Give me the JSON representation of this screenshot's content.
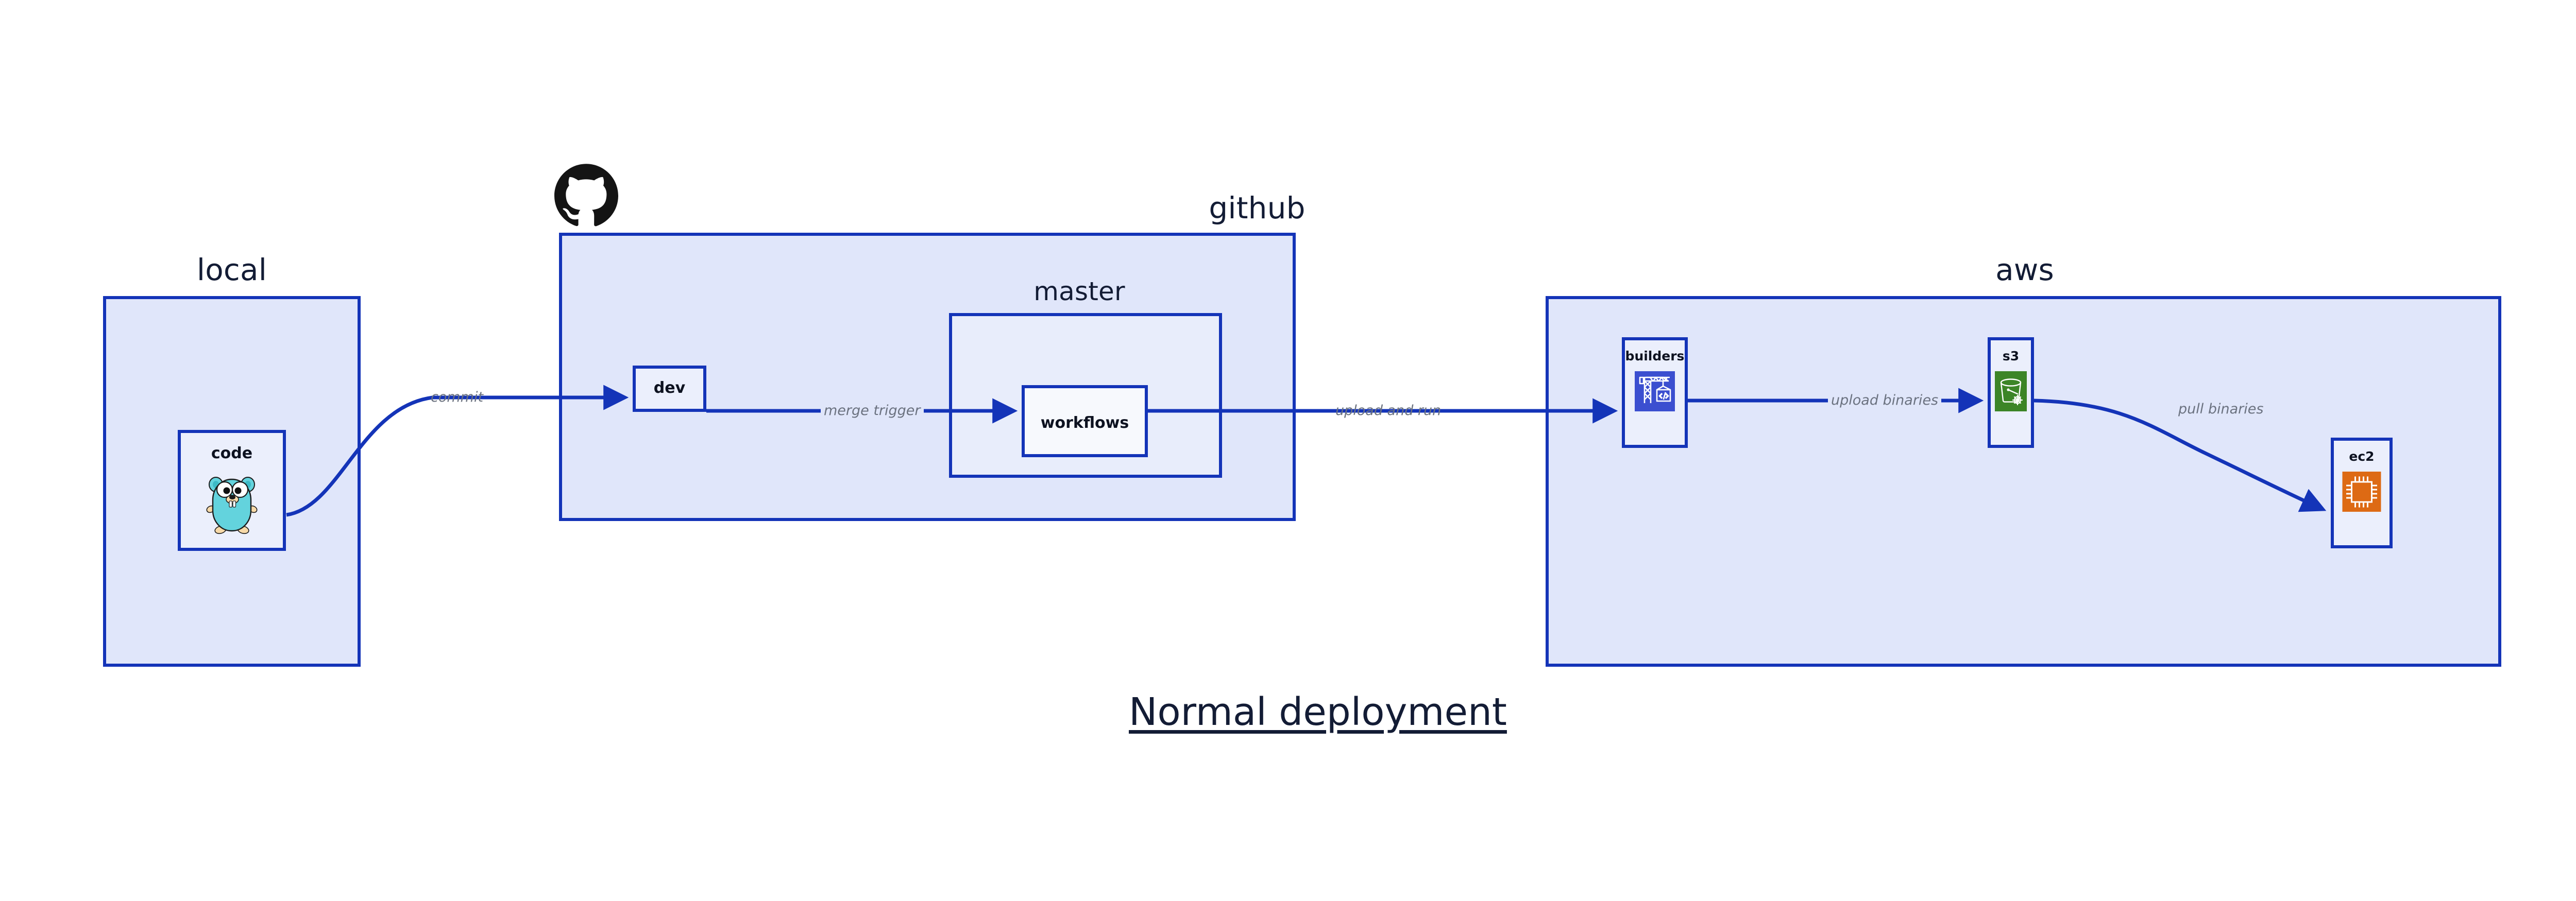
{
  "diagram": {
    "caption": "Normal deployment",
    "theme": {
      "group_fill": "#e0e6fa",
      "subgroup_fill": "#e8edfb",
      "node_fill": "#ebeffc",
      "node_white_fill": "#f7f9fd",
      "border": "#1434b8",
      "edge": "#1434b8",
      "edge_label": "#6b7280",
      "title_text": "#131c35",
      "node_text": "#0d1220",
      "builders_icon_bg": "#3b4fd0",
      "s3_icon_bg": "#3c8527",
      "ec2_icon_bg": "#dd6a14",
      "gopher_body": "#63d3dd",
      "github_logo": "#141414"
    },
    "groups": [
      {
        "id": "local",
        "title": "local",
        "nodes": [
          {
            "id": "code",
            "label": "code",
            "icon": "go-gopher-icon"
          }
        ]
      },
      {
        "id": "github",
        "title": "github",
        "logo": "github-octocat-icon",
        "nodes": [
          {
            "id": "dev",
            "label": "dev",
            "icon": null
          }
        ],
        "subgroups": [
          {
            "id": "master",
            "title": "master",
            "nodes": [
              {
                "id": "workflows",
                "label": "workflows",
                "icon": null
              }
            ]
          }
        ]
      },
      {
        "id": "aws",
        "title": "aws",
        "nodes": [
          {
            "id": "builders",
            "label": "builders",
            "icon": "aws-codebuild-crane-icon"
          },
          {
            "id": "s3",
            "label": "s3",
            "icon": "aws-s3-glacier-bucket-icon"
          },
          {
            "id": "ec2",
            "label": "ec2",
            "icon": "aws-ec2-chip-icon"
          }
        ]
      }
    ],
    "edges": [
      {
        "id": "commit",
        "label": "commit",
        "from": "code",
        "to": "dev",
        "style": "curve"
      },
      {
        "id": "merge-trigger",
        "label": "merge trigger",
        "from": "dev",
        "to": "workflows",
        "style": "straight"
      },
      {
        "id": "upload-and-run",
        "label": "upload and run",
        "from": "workflows",
        "to": "builders",
        "style": "straight"
      },
      {
        "id": "upload-binaries",
        "label": "upload binaries",
        "from": "builders",
        "to": "s3",
        "style": "straight"
      },
      {
        "id": "pull-binaries",
        "label": "pull binaries",
        "from": "s3",
        "to": "ec2",
        "style": "curve"
      }
    ]
  }
}
